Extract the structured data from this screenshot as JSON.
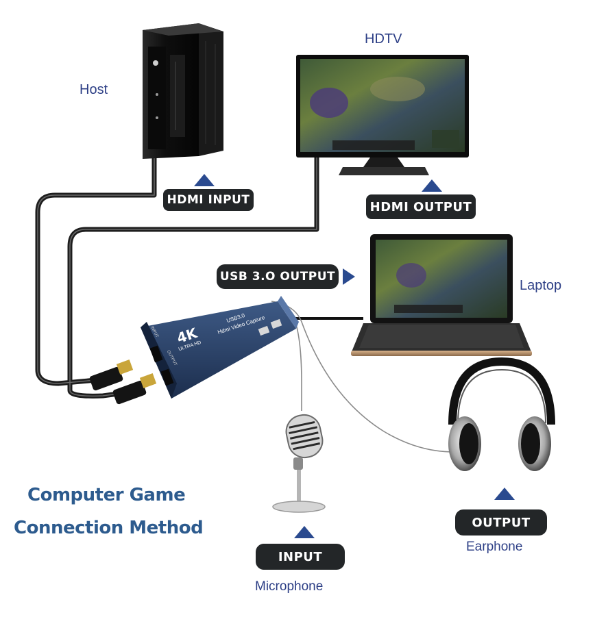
{
  "labels": {
    "host": "Host",
    "hdtv": "HDTV",
    "laptop": "Laptop",
    "earphone": "Earphone",
    "microphone": "Microphone"
  },
  "tags": {
    "hdmi_input": "HDMI  INPUT",
    "hdmi_output": "HDMI  OUTPUT",
    "usb_output": "USB 3.O OUTPUT",
    "input": "INPUT",
    "output": "OUTPUT"
  },
  "title": {
    "line1": "Computer Game",
    "line2": "Connection Method"
  },
  "device": {
    "logo": "4K",
    "logo_sub": "ULTRA HD",
    "line1": "USB3.0",
    "line2": "Hdmi Video Capture",
    "port_in": "INPUT",
    "port_out": "OUTPUT"
  },
  "colors": {
    "label_blue": "#2d3f86",
    "title_blue": "#2d5b8e",
    "arrow_blue": "#2a4a8f",
    "tag_bg": "#232628"
  },
  "icons": [
    "pc-tower-icon",
    "monitor-icon",
    "laptop-icon",
    "capture-card-icon",
    "microphone-icon",
    "headphones-icon",
    "hdmi-plug-icon"
  ]
}
